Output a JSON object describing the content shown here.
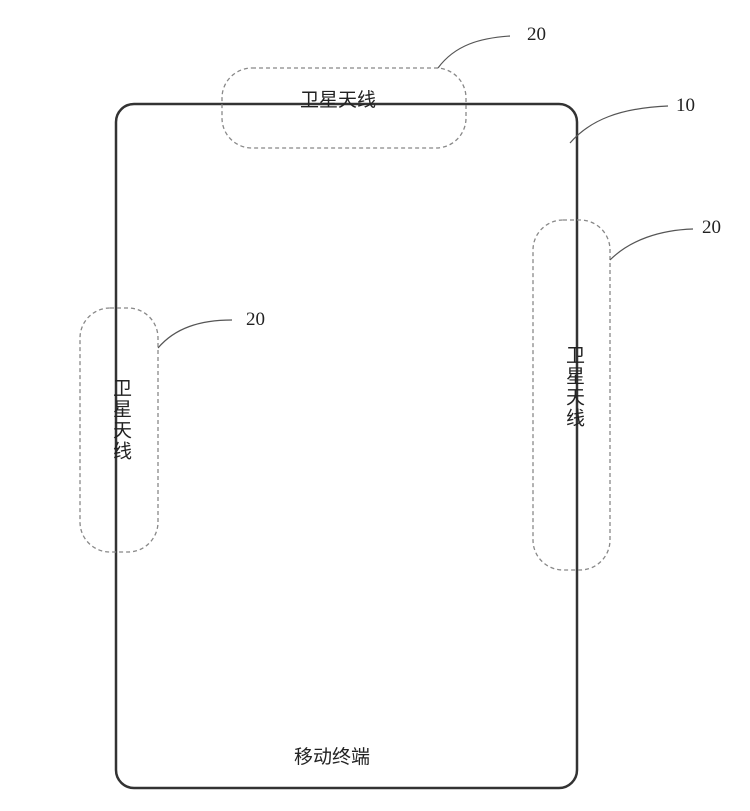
{
  "diagram": {
    "terminal": {
      "label": "移动终端",
      "ref": "10"
    },
    "antennas": [
      {
        "position": "top",
        "label": "卫星天线",
        "ref": "20"
      },
      {
        "position": "left",
        "label": "卫星天线",
        "ref": "20"
      },
      {
        "position": "right",
        "label": "卫星天线",
        "ref": "20"
      }
    ],
    "colors": {
      "outline": "#333333",
      "dashed": "#888888"
    }
  }
}
